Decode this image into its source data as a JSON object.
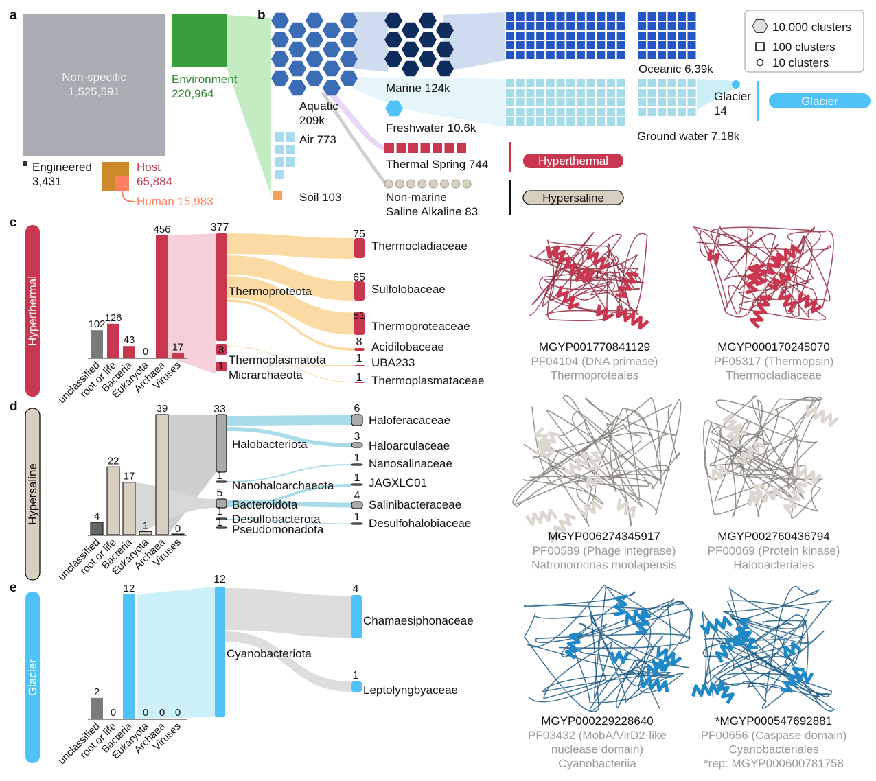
{
  "panel_labels": {
    "a": "a",
    "b": "b",
    "c": "c",
    "d": "d",
    "e": "e"
  },
  "panel_a": {
    "nonspecific": {
      "label": "Non-specific",
      "value": "1,525,591"
    },
    "environment": {
      "label": "Environment",
      "value": "220,964"
    },
    "engineered": {
      "label": "Engineered",
      "value": "3,431"
    },
    "host": {
      "label": "Host",
      "value": "65,884"
    },
    "human": {
      "label": "Human 15,983"
    }
  },
  "panel_b": {
    "aquatic": {
      "label": "Aquatic",
      "value": "209k"
    },
    "air": "Air 773",
    "soil": "Soil 103",
    "marine": "Marine 124k",
    "freshwater": "Freshwater 10.6k",
    "thermal": "Thermal Spring 744",
    "saline": [
      "Non-marine",
      "Saline Alkaline 83"
    ],
    "oceanic": "Oceanic 6.39k",
    "groundwater": "Ground water 7.18k",
    "glacier": {
      "label": "Glacier",
      "value": "14"
    },
    "legend": [
      "10,000 clusters",
      "100 clusters",
      "10 clusters"
    ],
    "tags": {
      "glacier": "Glacier",
      "hyperthermal": "Hyperthermal",
      "hypersaline": "Hypersaline"
    }
  },
  "colors": {
    "nonspecific": "#a9adb3",
    "environment": "#3a9e3a",
    "host": "#cc8a2a",
    "human": "#ff8060",
    "aquatic": "#3a6db5",
    "marine": "#0f2d5c",
    "freshwater": "#4fc3f7",
    "oceanic": "#2457c5",
    "groundwater": "#a6dbe8",
    "hyperthermal": "#c8364f",
    "hypersaline": "#d9cfc0",
    "glacier": "#4fc3f7"
  },
  "categories": [
    "unclassified",
    "root or life",
    "Bacteria",
    "Eukaryota",
    "Archaea",
    "Viruses"
  ],
  "panels": {
    "c": {
      "env": "Hyperthermal",
      "bars": [
        102,
        126,
        43,
        0,
        456,
        17
      ],
      "sources": [
        {
          "name": "Thermoproteota",
          "value": "377"
        },
        {
          "name": "Thermoplasmatota",
          "value": "3"
        },
        {
          "name": "Micrarchaeota",
          "value": "1"
        }
      ],
      "targets": [
        {
          "name": "Thermocladiaceae",
          "value": "75"
        },
        {
          "name": "Sulfolobaceae",
          "value": "65"
        },
        {
          "name": "Thermoproteaceae",
          "value": "51"
        },
        {
          "name": "Acidilobaceae",
          "value": "8"
        },
        {
          "name": "UBA233",
          "value": "1"
        },
        {
          "name": "Thermoplasmataceae",
          "value": "1"
        }
      ],
      "proteins": [
        {
          "id": "MGYP001770841129",
          "lines": [
            "PF04104 (DNA primase)",
            "Thermoproteales"
          ]
        },
        {
          "id": "MGYP000170245070",
          "lines": [
            "PF05317 (Thermopsin)",
            "Thermocladiaceae"
          ]
        }
      ]
    },
    "d": {
      "env": "Hypersaline",
      "bars": [
        4,
        22,
        17,
        1,
        39,
        0
      ],
      "sources": [
        {
          "name": "Halobacteriota",
          "value": "33"
        },
        {
          "name": "Nanohaloarchaeota",
          "value": "1"
        },
        {
          "name": "Bacteroidota",
          "value": "5"
        },
        {
          "name": "Desulfobacterota",
          "value": "1"
        },
        {
          "name": "Pseudomonadota",
          "value": "1"
        }
      ],
      "targets": [
        {
          "name": "Haloferacaceae",
          "value": "6"
        },
        {
          "name": "Haloarculaceae",
          "value": "3"
        },
        {
          "name": "Nanosalinaceae",
          "value": "1"
        },
        {
          "name": "JAGXLC01",
          "value": "1"
        },
        {
          "name": "Salinibacteraceae",
          "value": "4"
        },
        {
          "name": "Desulfohalobiaceae",
          "value": "1"
        }
      ],
      "proteins": [
        {
          "id": "MGYP006274345917",
          "lines": [
            "PF00589 (Phage integrase)",
            "Natronomonas moolapensis"
          ]
        },
        {
          "id": "MGYP002760436794",
          "lines": [
            "PF00069 (Protein kinase)",
            "Halobacteriales"
          ]
        }
      ]
    },
    "e": {
      "env": "Glacier",
      "bars": [
        2,
        0,
        12,
        0,
        0,
        0
      ],
      "sources": [
        {
          "name": "Cyanobacteriota",
          "value": "12"
        }
      ],
      "targets": [
        {
          "name": "Chamaesiphonaceae",
          "value": "4"
        },
        {
          "name": "Leptolyngbyaceae",
          "value": "1"
        }
      ],
      "proteins": [
        {
          "id": "MGYP000229228640",
          "lines": [
            "PF03432 (MobA/VirD2-like",
            "nuclease domain)",
            "Cyanobacteriia"
          ]
        },
        {
          "id": "*MGYP000547692881",
          "lines": [
            "PF00656 (Caspase domain)",
            "Cyanobacteriales",
            "*rep: MGYP000600781758"
          ]
        }
      ]
    }
  }
}
